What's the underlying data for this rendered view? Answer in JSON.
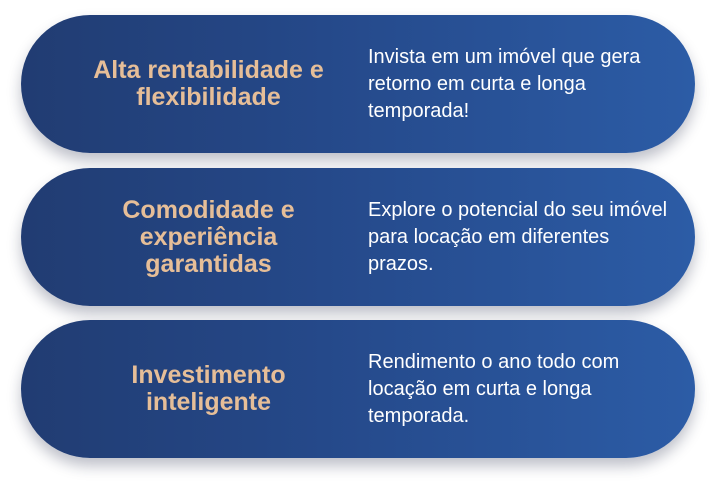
{
  "cards": [
    {
      "title": "Alta rentabilidade e flexibilidade",
      "description": "Invista em um imóvel que gera retorno em curta e longa temporada!"
    },
    {
      "title": "Comodidade e experiência garantidas",
      "description": "Explore o potencial do seu imóvel para locação em diferentes prazos."
    },
    {
      "title": "Investimento inteligente",
      "description": "Rendimento o ano todo com locação em curta e longa temporada."
    }
  ],
  "colors": {
    "card_left": "#213c72",
    "card_right": "#2c5ca6",
    "title": "#e6be98",
    "text": "#ffffff"
  }
}
